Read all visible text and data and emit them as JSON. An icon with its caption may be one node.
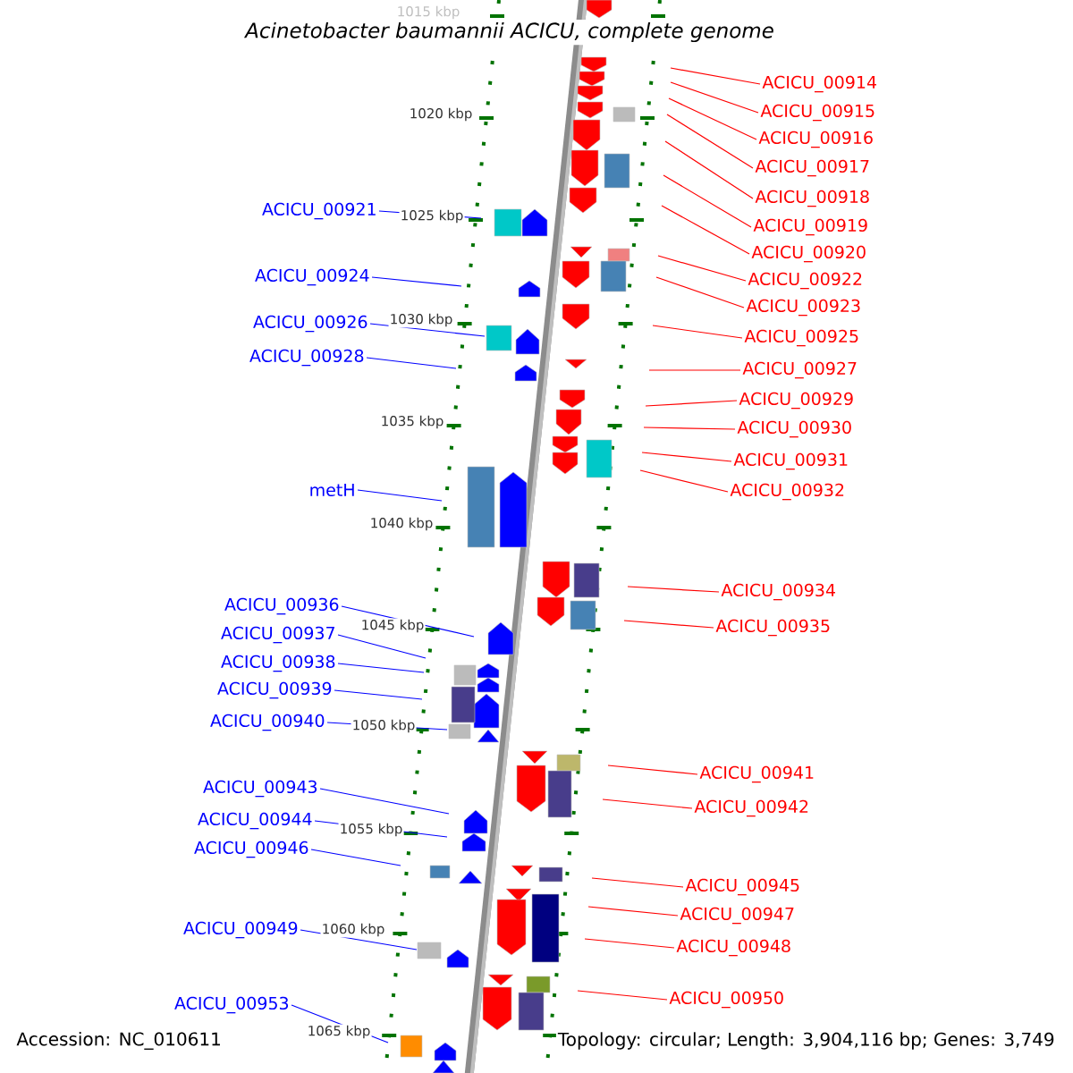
{
  "diagram": {
    "title": "Acinetobacter baumannii ACICU, complete genome",
    "nodes": [
      {
        "text": [
          "ACICU_00921"
        ]
      },
      {
        "text": [
          "ACICU_00924"
        ]
      },
      {
        "text": [
          "ACICU_00926"
        ]
      },
      {
        "text": [
          "ACICU_00928"
        ]
      },
      {
        "text": [
          "metH"
        ]
      },
      {
        "text": [
          "ACICU_00936"
        ]
      },
      {
        "text": [
          "ACICU_00937"
        ]
      },
      {
        "text": [
          "ACICU_00938"
        ]
      },
      {
        "text": [
          "ACICU_00939"
        ]
      },
      {
        "text": [
          "ACICU_00940"
        ]
      },
      {
        "text": [
          "ACICU_00943"
        ]
      },
      {
        "text": [
          "ACICU_00944"
        ]
      },
      {
        "text": [
          "ACICU_00946"
        ]
      },
      {
        "text": [
          "ACICU_00949"
        ]
      },
      {
        "text": [
          "ACICU_00953"
        ]
      },
      {
        "text": [
          "ACICU_00914"
        ]
      },
      {
        "text": [
          "ACICU_00915"
        ]
      },
      {
        "text": [
          "ACICU_00916"
        ]
      },
      {
        "text": [
          "ACICU_00917"
        ]
      },
      {
        "text": [
          "ACICU_00918"
        ]
      },
      {
        "text": [
          "ACICU_00919"
        ]
      },
      {
        "text": [
          "ACICU_00920"
        ]
      },
      {
        "text": [
          "ACICU_00922"
        ]
      },
      {
        "text": [
          "ACICU_00923"
        ]
      },
      {
        "text": [
          "ACICU_00925"
        ]
      },
      {
        "text": [
          "ACICU_00927"
        ]
      },
      {
        "text": [
          "ACICU_00929"
        ]
      },
      {
        "text": [
          "ACICU_00930"
        ]
      },
      {
        "text": [
          "ACICU_00931"
        ]
      },
      {
        "text": [
          "ACICU_00932"
        ]
      },
      {
        "text": [
          "ACICU_00934"
        ]
      },
      {
        "text": [
          "ACICU_00935"
        ]
      },
      {
        "text": [
          "ACICU_00941"
        ]
      },
      {
        "text": [
          "ACICU_00942"
        ]
      },
      {
        "text": [
          "ACICU_00945"
        ]
      },
      {
        "text": [
          "ACICU_00947"
        ]
      },
      {
        "text": [
          "ACICU_00948"
        ]
      },
      {
        "text": [
          "ACICU_00950"
        ]
      }
    ],
    "edges": [
      {
        "from": 0,
        "to": null,
        "arrow": "none",
        "color": "#0000ff"
      },
      {
        "from": 1,
        "to": null,
        "arrow": "none",
        "color": "#0000ff"
      },
      {
        "from": 2,
        "to": null,
        "arrow": "none",
        "color": "#0000ff"
      },
      {
        "from": 3,
        "to": null,
        "arrow": "none",
        "color": "#0000ff"
      },
      {
        "from": 4,
        "to": null,
        "arrow": "none",
        "color": "#0000ff"
      },
      {
        "from": 5,
        "to": null,
        "arrow": "none",
        "color": "#0000ff"
      },
      {
        "from": 6,
        "to": null,
        "arrow": "none",
        "color": "#0000ff"
      },
      {
        "from": 7,
        "to": null,
        "arrow": "none",
        "color": "#0000ff"
      },
      {
        "from": 8,
        "to": null,
        "arrow": "none",
        "color": "#0000ff"
      },
      {
        "from": 9,
        "to": null,
        "arrow": "none",
        "color": "#0000ff"
      },
      {
        "from": 10,
        "to": null,
        "arrow": "none",
        "color": "#0000ff"
      },
      {
        "from": 11,
        "to": null,
        "arrow": "none",
        "color": "#0000ff"
      },
      {
        "from": 12,
        "to": null,
        "arrow": "none",
        "color": "#0000ff"
      },
      {
        "from": 13,
        "to": null,
        "arrow": "none",
        "color": "#0000ff"
      },
      {
        "from": 14,
        "to": null,
        "arrow": "none",
        "color": "#0000ff"
      },
      {
        "from": 15,
        "to": null,
        "arrow": "none"
      },
      {
        "from": 16,
        "to": null,
        "arrow": "none"
      },
      {
        "from": 17,
        "to": null,
        "arrow": "none"
      },
      {
        "from": 18,
        "to": null,
        "arrow": "none"
      },
      {
        "from": 19,
        "to": null,
        "arrow": "none"
      },
      {
        "from": 20,
        "to": null,
        "arrow": "none"
      },
      {
        "from": 21,
        "to": null,
        "arrow": "none"
      },
      {
        "from": 22,
        "to": null,
        "arrow": "none"
      },
      {
        "from": 23,
        "to": null,
        "arrow": "none"
      },
      {
        "from": 24,
        "to": null,
        "arrow": "none"
      },
      {
        "from": 25,
        "to": null,
        "arrow": "none"
      },
      {
        "from": 26,
        "to": null,
        "arrow": "none"
      },
      {
        "from": 27,
        "to": null,
        "arrow": "none"
      },
      {
        "from": 28,
        "to": null,
        "arrow": "none"
      },
      {
        "from": 29,
        "to": null,
        "arrow": "none"
      },
      {
        "from": 30,
        "to": null,
        "arrow": "none"
      },
      {
        "from": 31,
        "to": null,
        "arrow": "none"
      },
      {
        "from": 32,
        "to": null,
        "arrow": "none"
      },
      {
        "from": 33,
        "to": null,
        "arrow": "none"
      },
      {
        "from": 34,
        "to": null,
        "arrow": "none"
      },
      {
        "from": 35,
        "to": null,
        "arrow": "none"
      },
      {
        "from": 36,
        "to": null,
        "arrow": "none"
      },
      {
        "from": 37,
        "to": null,
        "arrow": "none"
      }
    ],
    "labels": [
      "1015 kbp",
      "1020 kbp",
      "1025 kbp",
      "1030 kbp",
      "1035 kbp",
      "1040 kbp",
      "1045 kbp",
      "1050 kbp",
      "1055 kbp",
      "1060 kbp",
      "1065 kbp",
      "Accession: NC_010611",
      "Topology: circular; Length: 3,904,116 bp; Genes: 3,749"
    ]
  }
}
